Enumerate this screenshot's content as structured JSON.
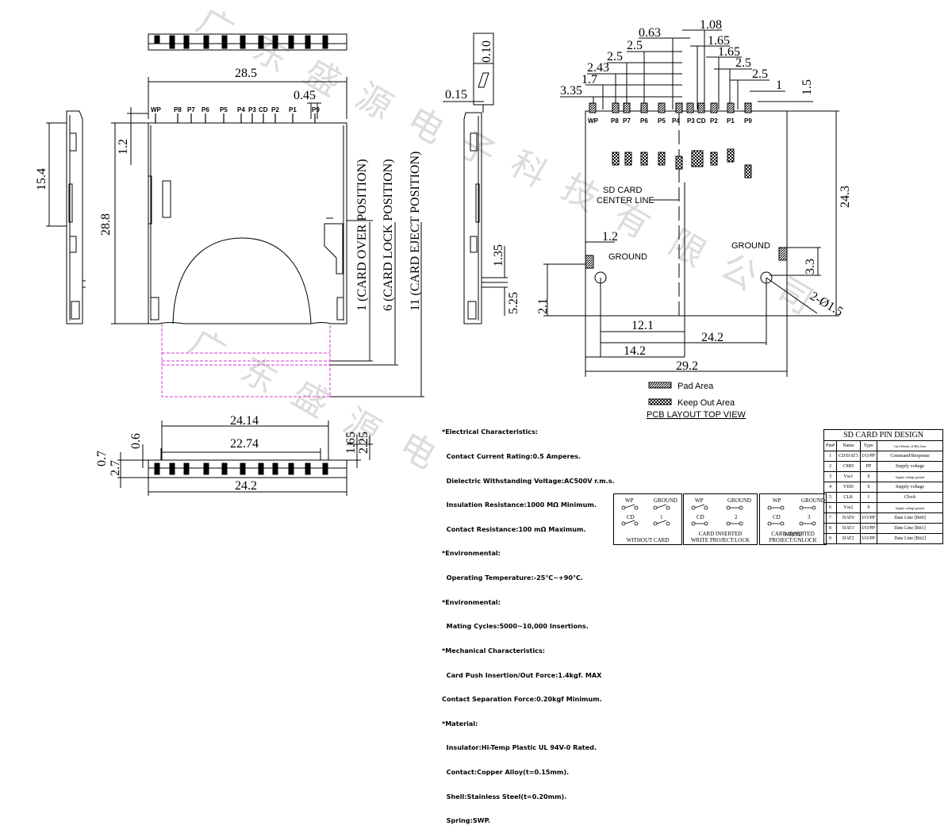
{
  "watermark": {
    "chars": [
      "广",
      "东",
      "盛",
      "源",
      "电",
      "子",
      "科",
      "技",
      "有",
      "限",
      "公",
      "司"
    ]
  },
  "top_view": {
    "dims": {
      "width": "28.5",
      "pin_offset": "0.45",
      "height": "28.8",
      "top_edge": "1.2",
      "side": "15.4"
    },
    "pin_labels": [
      "WP",
      "P8",
      "P7",
      "P6",
      "P5",
      "P4",
      "P3",
      "CD",
      "P2",
      "P1",
      "P9"
    ],
    "positions": [
      "1 (CARD OVER POSITION)",
      "6 (CARD LOCK POSITION)",
      "11 (CARD EJECT POSITION)"
    ]
  },
  "side_view": {
    "dims": {
      "flatness": "0.10",
      "thickness": "0.15",
      "d1": "1.35",
      "d2": "5.25"
    }
  },
  "pcb": {
    "dims": {
      "d108": "1.08",
      "d063": "0.63",
      "d165a": "1.65",
      "d25a": "2.5",
      "d165b": "1.65",
      "d243": "2.43",
      "d25b": "2.5",
      "d17": "1.7",
      "d25c": "2.5",
      "d335": "3.35",
      "d25d": "2.5",
      "d1": "1",
      "d15": "1.5",
      "d243v": "24.3",
      "d12": "1.2",
      "d33": "3.3",
      "d21": "2.1",
      "d121": "12.1",
      "d242": "24.2",
      "d142": "14.2",
      "d292": "29.2",
      "hole": "2-Ø1.5"
    },
    "pin_labels": [
      "WP",
      "P8",
      "P7",
      "P6",
      "P5",
      "P4",
      "P3",
      "CD",
      "P2",
      "P1",
      "P9"
    ],
    "center_line": [
      "SD CARD",
      "CENTER LINE"
    ],
    "ground": "GROUND",
    "legend": {
      "pad": "Pad Area",
      "keepout": "Keep Out Area",
      "title": "PCB LAYOUT TOP VIEW"
    }
  },
  "bottom_view": {
    "dims": {
      "d2414": "24.14",
      "d2274": "22.74",
      "d06": "0.6",
      "d165": "1.65",
      "d225": "2.25",
      "d07": "0.7",
      "d27": "2.7",
      "d242": "24.2"
    }
  },
  "specs": [
    "*Electrical Characteristics:",
    "  Contact Current Rating:0.5 Amperes.",
    "  Dielectric Withstanding Voltage:AC500V r.m.s.",
    "  Insulation Resistance:1000 MΩ Minimum.",
    "  Contact Resistance:100 mΩ Maximum.",
    "*Environmental:",
    "  Operating Temperature:-25℃~+90℃.",
    "*Environmental:",
    "  Mating Cycles:5000~10,000 Insertions.",
    "*Mechanical Characteristics:",
    "  Card Push Insertion/Out Force:1.4kgf. MAX",
    "Contact Separation Force:0.20kgf Minimum.",
    "*Material:",
    "  Insulator:Hi-Temp Plastic UL 94V-0 Rated.",
    "  Contact:Copper Alloy(t=0.15mm).",
    "  Shell:Stainless Steel(t=0.20mm).",
    "  Spring:SWP."
  ],
  "switches": [
    {
      "caption": [
        "WITHOUT CARD"
      ],
      "wp": "WP",
      "gnd": "GROUND",
      "cd": "CD",
      "n": "1"
    },
    {
      "caption": [
        "CARD INSERTED",
        "WRITE PROJECT:LOCK"
      ],
      "wp": "WP",
      "gnd": "GROUND",
      "cd": "CD",
      "n": "2"
    },
    {
      "caption": [
        "CARD INSERTED",
        "WRITE PROJECT:UNLOCK"
      ],
      "wp": "WP",
      "gnd": "GROUND",
      "cd": "CD",
      "n": "3"
    }
  ],
  "pin_table": {
    "title": "SD CARD PIN DESIGN",
    "headers": [
      "Pin#",
      "Name",
      "Type",
      "Card Details (4-Bit) Line"
    ],
    "rows": [
      [
        "1",
        "CD/DAT3",
        "I/O/PP",
        "Command/Response"
      ],
      [
        "2",
        "CMD",
        "PP",
        "Supply voltage"
      ],
      [
        "3",
        "Vss1",
        "S",
        "Supply voltage ground"
      ],
      [
        "4",
        "VDD",
        "S",
        "Supply voltage"
      ],
      [
        "5",
        "CLK",
        "I",
        "Clock"
      ],
      [
        "6",
        "Vss2",
        "S",
        "Supply voltage ground"
      ],
      [
        "7",
        "DAT0",
        "I/O/PP",
        "Date Line [Bit0]"
      ],
      [
        "8",
        "DAT1",
        "I/O/PP",
        "Date Line [Bit1]"
      ],
      [
        "9",
        "DAT2",
        "I/O/PP",
        "Date Line [Bit2]"
      ]
    ]
  }
}
